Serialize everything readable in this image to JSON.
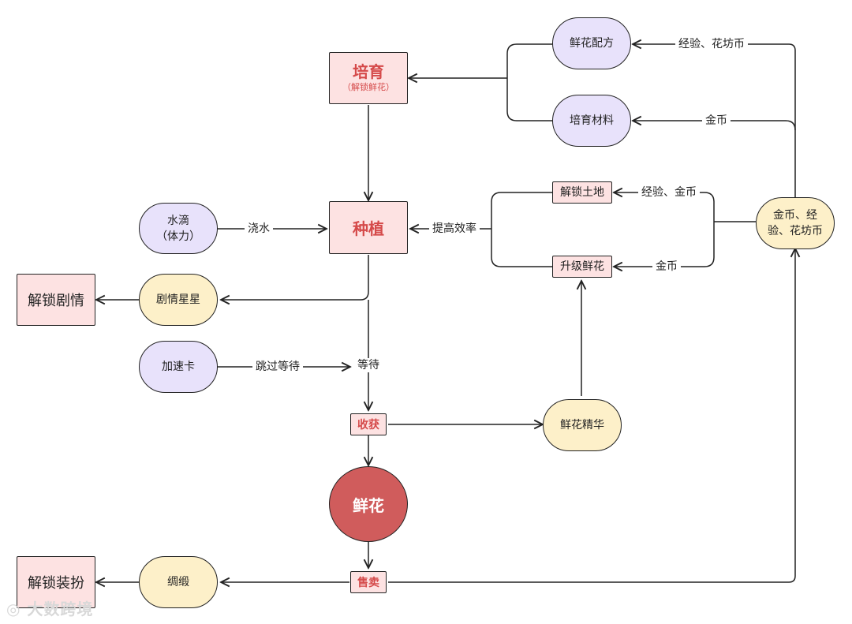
{
  "nodes": {
    "cultivate": {
      "title": "培育",
      "subtitle": "（解锁鲜花）"
    },
    "plant": "种植",
    "water_drop": {
      "line1": "水滴",
      "line2": "（体力）"
    },
    "unlock_story": "解锁剧情",
    "story_stars": "剧情星星",
    "speed_card": "加速卡",
    "harvest": "收获",
    "flower": "鲜花",
    "sell": "售卖",
    "silk": "绸缎",
    "unlock_outfit": "解锁装扮",
    "flower_essence": "鲜花精华",
    "flower_recipe": "鲜花配方",
    "cultivate_material": "培育材料",
    "unlock_land": "解锁土地",
    "upgrade_flower": "升级鲜花",
    "rewards": {
      "line1": "金币、经",
      "line2": "验、花坊币"
    }
  },
  "edge_labels": {
    "water": "浇水",
    "skip_wait": "跳过等待",
    "wait": "等待",
    "improve_efficiency": "提高效率",
    "exp_shop_coin": "经验、花坊币",
    "coin_top": "金币",
    "exp_coin": "经验、金币",
    "coin_mid": "金币"
  },
  "watermark": "大数跨境",
  "colors": {
    "pink_fill": "#fde2e2",
    "purple_fill": "#e8e2fb",
    "yellow_fill": "#fdf0c9",
    "flower_red": "#d05c5c",
    "accent_red_text": "#d54a4a"
  }
}
